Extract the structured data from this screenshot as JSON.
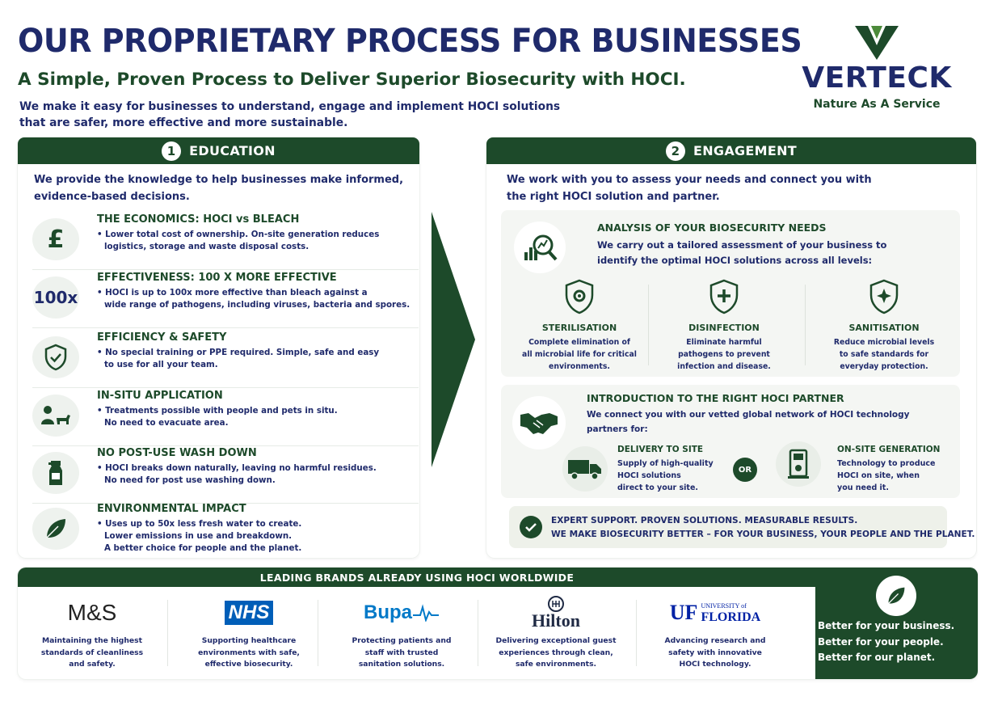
{
  "header": {
    "title": "OUR PROPRIETARY PROCESS FOR BUSINESSES",
    "subtitle": "A Simple, Proven Process to Deliver Superior Biosecurity with HOCI.",
    "intro_line1": "We make it easy for businesses to understand, engage and implement HOCI solutions",
    "intro_line2": "that are safer, more effective and more sustainable."
  },
  "logo": {
    "brand": "VERTECK",
    "tagline": "Nature As A Service"
  },
  "education": {
    "number": "1",
    "title": "EDUCATION",
    "lead_line1": "We provide the knowledge to help businesses make informed,",
    "lead_line2": "evidence-based decisions.",
    "items": [
      {
        "icon": "pound-icon",
        "icon_text": "£",
        "heading": "THE ECONOMICS: HOCI vs BLEACH",
        "line1": "• Lower total cost of ownership. On-site generation reduces",
        "line2": "logistics, storage and waste disposal costs.",
        "line3": ""
      },
      {
        "icon": "100x-icon",
        "icon_text": "100x",
        "heading": "EFFECTIVENESS: 100 X MORE EFFECTIVE",
        "line1": "• HOCI is up to 100x more effective than bleach against a",
        "line2": "wide range of pathogens, including viruses, bacteria and spores.",
        "line3": ""
      },
      {
        "icon": "shield-check-icon",
        "icon_text": "",
        "heading": "EFFICIENCY & SAFETY",
        "line1": "• No special training or PPE required. Simple, safe and easy",
        "line2": "to use for all your team.",
        "line3": ""
      },
      {
        "icon": "person-pet-icon",
        "icon_text": "",
        "heading": "IN-SITU APPLICATION",
        "line1": "• Treatments possible with people and pets in situ.",
        "line2": "No need to evacuate area.",
        "line3": ""
      },
      {
        "icon": "spray-bottle-icon",
        "icon_text": "",
        "heading": "NO POST-USE WASH DOWN",
        "line1": "• HOCI breaks down naturally, leaving no harmful residues.",
        "line2": "No need for post use washing down.",
        "line3": ""
      },
      {
        "icon": "leaf-icon",
        "icon_text": "",
        "heading": "ENVIRONMENTAL IMPACT",
        "line1": "• Uses up to 50x less fresh water to create.",
        "line2": "Lower emissions in use and breakdown.",
        "line3": "A better choice for people and the planet."
      }
    ]
  },
  "engagement": {
    "number": "2",
    "title": "ENGAGEMENT",
    "lead_line1": "We work with you to assess your needs and connect you with",
    "lead_line2": "the right HOCI solution and partner.",
    "analysis": {
      "heading": "ANALYSIS OF YOUR BIOSECURITY NEEDS",
      "line1": "We carry out a tailored assessment of your business to",
      "line2": "identify the optimal HOCI solutions across all levels:",
      "levels": [
        {
          "icon": "gear-shield-icon",
          "title": "STERILISATION",
          "line1": "Complete elimination of",
          "line2": "all microbial life for critical",
          "line3": "environments."
        },
        {
          "icon": "plus-shield-icon",
          "title": "DISINFECTION",
          "line1": "Eliminate harmful",
          "line2": "pathogens to prevent",
          "line3": "infection and disease."
        },
        {
          "icon": "sparkle-shield-icon",
          "title": "SANITISATION",
          "line1": "Reduce microbial levels",
          "line2": "to safe standards for",
          "line3": "everyday protection."
        }
      ]
    },
    "partner": {
      "heading": "INTRODUCTION TO THE RIGHT HOCI PARTNER",
      "line1": "We connect you with our vetted global network of HOCI technology",
      "line2": "partners for:",
      "delivery": {
        "title": "DELIVERY TO SITE",
        "line1": "Supply of high-quality",
        "line2": "HOCI solutions",
        "line3": "direct to your site."
      },
      "or_label": "OR",
      "onsite": {
        "title": "ON-SITE GENERATION",
        "line1": "Technology to produce",
        "line2": "HOCI on site, when",
        "line3": "you need it."
      }
    },
    "banner": {
      "line1": "EXPERT SUPPORT. PROVEN SOLUTIONS. MEASURABLE RESULTS.",
      "line2": "WE MAKE BIOSECURITY BETTER – FOR YOUR BUSINESS, YOUR PEOPLE AND THE PLANET."
    }
  },
  "brands": {
    "heading": "LEADING BRANDS ALREADY USING HOCI WORLDWIDE",
    "items": [
      {
        "name": "M&S",
        "line1": "Maintaining the highest",
        "line2": "standards of cleanliness",
        "line3": "and safety."
      },
      {
        "name": "NHS",
        "line1": "Supporting healthcare",
        "line2": "environments with safe,",
        "line3": "effective biosecurity."
      },
      {
        "name": "Bupa",
        "line1": "Protecting patients and",
        "line2": "staff with trusted",
        "line3": "sanitation solutions."
      },
      {
        "name": "Hilton",
        "line1": "Delivering exceptional guest",
        "line2": "experiences through clean,",
        "line3": "safe environments."
      },
      {
        "name": "UF",
        "sub1": "UNIVERSITY of",
        "sub2": "FLORIDA",
        "line1": "Advancing research and",
        "line2": "safety with innovative",
        "line3": "HOCI technology."
      }
    ],
    "slogans": [
      "Better for your business.",
      "Better for your people.",
      "Better for our planet."
    ]
  },
  "colors": {
    "navy": "#1f2a6b",
    "green": "#1d4a2a",
    "light_green": "#4c8a3a"
  }
}
